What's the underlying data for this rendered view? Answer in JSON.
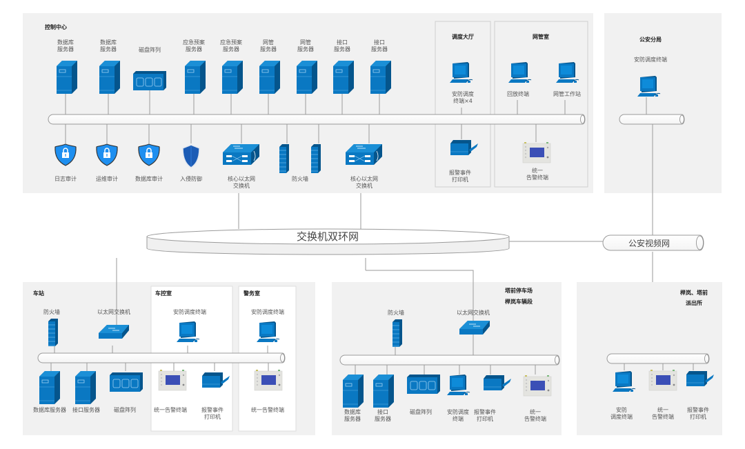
{
  "diagram": {
    "colors": {
      "device_blue": "#0a78c2",
      "device_dark": "#05558c",
      "panel_bg": "#f1f1f1",
      "room_border": "#cfcfcf",
      "shield_blue": "#1e8ff0",
      "screen_blue": "#3b4fb6"
    },
    "control_center": {
      "title": "控制中心",
      "servers": [
        {
          "label": [
            "数据库",
            "服务器"
          ],
          "icon": "server"
        },
        {
          "label": [
            "数据库",
            "服务器"
          ],
          "icon": "server"
        },
        {
          "label": [
            "磁盘阵列"
          ],
          "icon": "disk-array"
        },
        {
          "label": [
            "应急预案",
            "服务器"
          ],
          "icon": "server"
        },
        {
          "label": [
            "应急预案",
            "服务器"
          ],
          "icon": "server"
        },
        {
          "label": [
            "网管",
            "服务器"
          ],
          "icon": "server"
        },
        {
          "label": [
            "网管",
            "服务器"
          ],
          "icon": "server"
        },
        {
          "label": [
            "接口",
            "服务器"
          ],
          "icon": "server"
        },
        {
          "label": [
            "接口",
            "服务器"
          ],
          "icon": "server"
        }
      ],
      "security": [
        {
          "label": [
            "日志审计"
          ],
          "icon": "shield-lock"
        },
        {
          "label": [
            "运维审计"
          ],
          "icon": "shield-lock"
        },
        {
          "label": [
            "数据库审计"
          ],
          "icon": "shield-lock"
        },
        {
          "label": [
            "入侵防御"
          ],
          "icon": "shield"
        },
        {
          "label": [
            "核心以太网",
            "交换机"
          ],
          "icon": "core-switch"
        },
        {
          "label": [
            "防火墙"
          ],
          "icon": "firewall"
        },
        {
          "label": [
            "核心以太网",
            "交换机"
          ],
          "icon": "core-switch"
        }
      ],
      "dispatch_hall": {
        "title": "调度大厅",
        "terminal": [
          "安防调度",
          "终端×4"
        ],
        "printer": [
          "报警事件",
          "打印机"
        ]
      },
      "nms_room": {
        "title": "网管室",
        "terminals": [
          [
            "回放终端"
          ],
          [
            "网管工作站"
          ]
        ],
        "alarm": [
          "统一",
          "告警终端"
        ]
      }
    },
    "police_branch": {
      "title": "公安分局",
      "terminal": "安防调度终端"
    },
    "ring_network": {
      "label": "交换机双环网"
    },
    "police_video_network": {
      "label": "公安视频网"
    },
    "station": {
      "title": "车站",
      "firewall": "防火墙",
      "switch": "以太网交换机",
      "devices": [
        [
          "数据库服务器"
        ],
        [
          "接口服务器"
        ],
        [
          "磁盘阵列"
        ]
      ],
      "control_room": {
        "title": "车控室",
        "terminal": "安防调度终端",
        "alarm": [
          "统一告警终端"
        ],
        "printer": [
          "报警事件",
          "打印机"
        ]
      },
      "police_room": {
        "title": "警务室",
        "terminal": "安防调度终端",
        "alarm": [
          "统一告警终端"
        ]
      }
    },
    "depot": {
      "title_lines": [
        "塔前停车场",
        "榉岚车辆段"
      ],
      "firewall": "防火墙",
      "switch": "以太网交换机",
      "devices": [
        [
          "数据库",
          "服务器"
        ],
        [
          "接口",
          "服务器"
        ],
        [
          "磁盘阵列"
        ],
        [
          "安防调度",
          "终端"
        ],
        [
          "报警事件",
          "打印机"
        ],
        [
          "统一",
          "告警终端"
        ]
      ]
    },
    "police_station": {
      "title_lines": [
        "榉岚、塔前",
        "派出所"
      ],
      "devices": [
        [
          "安防",
          "调度终端"
        ],
        [
          "统一",
          "告警终端"
        ],
        [
          "报警事件",
          "打印机"
        ]
      ]
    }
  }
}
